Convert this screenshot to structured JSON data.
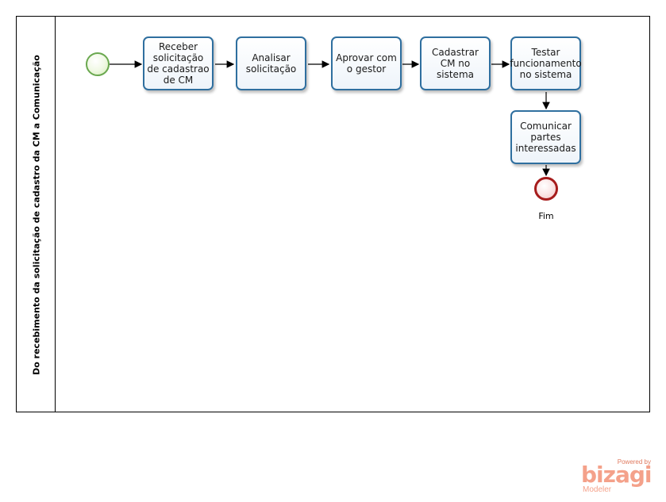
{
  "pool": {
    "title": "Do recebimento da solicitação de cadastro da CM a Comunicação"
  },
  "tasks": [
    {
      "id": "receber",
      "label": "Receber solicitação de cadastrao de CM"
    },
    {
      "id": "analisar",
      "label": "Analisar solicitação"
    },
    {
      "id": "aprovar",
      "label": "Aprovar com o gestor"
    },
    {
      "id": "cadastrar",
      "label": "Cadastrar CM no sistema"
    },
    {
      "id": "testar",
      "label": "Testar funcionamento no sistema"
    },
    {
      "id": "comunicar",
      "label": "Comunicar partes interessadas"
    }
  ],
  "events": {
    "start": {
      "label": ""
    },
    "end": {
      "label": "Fim"
    }
  },
  "colors": {
    "task_border": "#2f6f9f",
    "start_border": "#6aa84f",
    "end_border": "#a61c1c",
    "logo": "#f4a18a"
  },
  "logo": {
    "powered": "Powered by",
    "word": "bizagi",
    "sub": "Modeler"
  }
}
